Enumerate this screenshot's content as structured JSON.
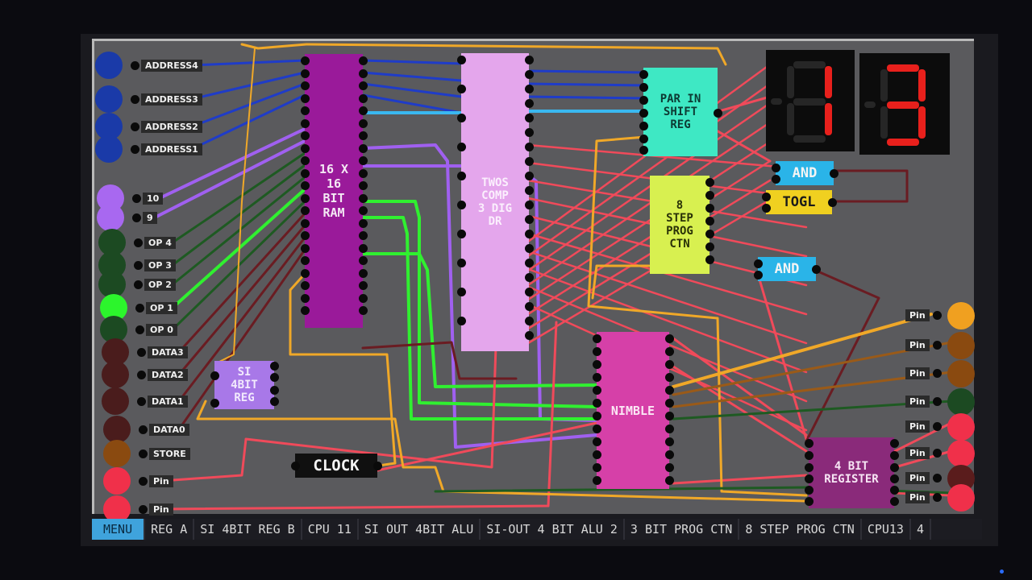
{
  "left_inputs": [
    {
      "label": "ADDRESS4",
      "color": "#1a3aa8"
    },
    {
      "label": "ADDRESS3",
      "color": "#1a3aa8"
    },
    {
      "label": "ADDRESS2",
      "color": "#1a3aa8"
    },
    {
      "label": "ADDRESS1",
      "color": "#1a3aa8"
    },
    {
      "label": "10",
      "color": "#a868f0"
    },
    {
      "label": "9",
      "color": "#a868f0"
    },
    {
      "label": "OP 4",
      "color": "#1c4a22"
    },
    {
      "label": "OP 3",
      "color": "#1c4a22"
    },
    {
      "label": "OP 2",
      "color": "#1c4a22"
    },
    {
      "label": "OP 1",
      "color": "#2cf52c"
    },
    {
      "label": "OP 0",
      "color": "#1c4a22"
    },
    {
      "label": "DATA3",
      "color": "#4a1c1c"
    },
    {
      "label": "DATA2",
      "color": "#4a1c1c"
    },
    {
      "label": "DATA1",
      "color": "#4a1c1c"
    },
    {
      "label": "DATA0",
      "color": "#4a1c1c"
    },
    {
      "label": "STORE",
      "color": "#8a4a10"
    },
    {
      "label": "Pin",
      "color": "#f0304a"
    },
    {
      "label": "Pin",
      "color": "#f0304a"
    }
  ],
  "right_outputs": [
    {
      "label": "Pin",
      "color": "#f0a020"
    },
    {
      "label": "Pin",
      "color": "#8a4a10"
    },
    {
      "label": "Pin",
      "color": "#8a4a10"
    },
    {
      "label": "Pin",
      "color": "#1c4a22"
    },
    {
      "label": "Pin",
      "color": "#f0304a"
    },
    {
      "label": "Pin",
      "color": "#f0304a"
    },
    {
      "label": "Pin",
      "color": "#5a1c1c"
    },
    {
      "label": "Pin",
      "color": "#f0304a"
    }
  ],
  "chips": {
    "ram": {
      "label": "16 X\n16\nBIT\nRAM",
      "color": "#9a1a9a"
    },
    "twos": {
      "label": "TWOS\nCOMP\n3 DIG\nDR",
      "color": "#e4a6ec"
    },
    "shift": {
      "label": "PAR IN\nSHIFT\nREG",
      "color": "#3ee8c4"
    },
    "prog": {
      "label": "8\nSTEP\nPROG\nCTN",
      "color": "#d8f050"
    },
    "si": {
      "label": "SI\n4BIT\nREG",
      "color": "#a878e8"
    },
    "nimble": {
      "label": "NIMBLE",
      "color": "#d640a8"
    },
    "reg4": {
      "label": "4 BIT\nREGISTER",
      "color": "#8a2a7a"
    },
    "clock": {
      "label": "CLOCK",
      "color": "#101010"
    }
  },
  "gates": {
    "and1": {
      "label": "AND",
      "color": "#2ab4e8"
    },
    "togl": {
      "label": "TOGL",
      "color": "#f0d020"
    },
    "and2": {
      "label": "AND",
      "color": "#2ab4e8"
    }
  },
  "display": {
    "digits": [
      "1",
      "3"
    ],
    "on_color": "#e8201c",
    "off_color": "#262626"
  },
  "menu": {
    "tabs": [
      "MENU",
      "REG A",
      "SI 4BIT REG B",
      "CPU 11",
      "SI OUT 4BIT ALU",
      "SI-OUT 4 BIT ALU 2",
      "3 BIT PROG CTN",
      "8 STEP PROG CTN",
      "CPU13",
      "4"
    ]
  }
}
